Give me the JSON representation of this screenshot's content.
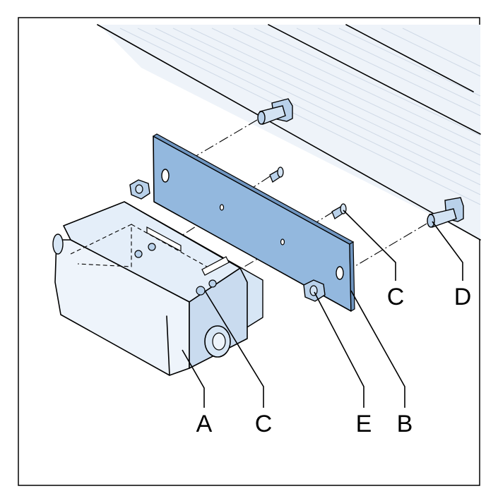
{
  "colors": {
    "plate": "#93b8de",
    "plate_edge": "#6f95c0",
    "housing": "#e4eef9",
    "housing_shade": "#c9dbef",
    "rail": "#eef3f9",
    "bolt": "#b9d1ea",
    "outline": "#000000"
  },
  "labels": {
    "a": "A",
    "b": "B",
    "c_lower": "C",
    "c_upper": "C",
    "d": "D",
    "e": "E"
  }
}
